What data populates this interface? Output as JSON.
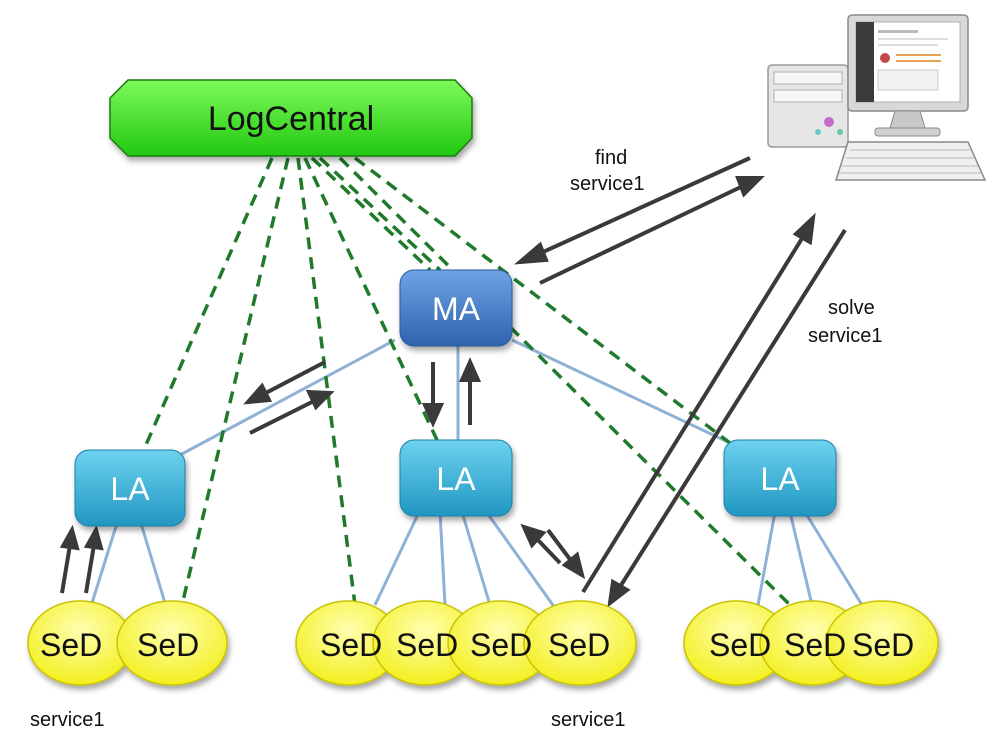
{
  "log_central": {
    "label": "LogCentral"
  },
  "master_agent": {
    "label": "MA"
  },
  "local_agents": [
    {
      "label": "LA"
    },
    {
      "label": "LA"
    },
    {
      "label": "LA"
    }
  ],
  "seds": [
    {
      "label": "SeD"
    },
    {
      "label": "SeD"
    },
    {
      "label": "SeD"
    },
    {
      "label": "SeD"
    },
    {
      "label": "SeD"
    },
    {
      "label": "SeD"
    },
    {
      "label": "SeD"
    },
    {
      "label": "SeD"
    },
    {
      "label": "SeD"
    }
  ],
  "annotations": {
    "find": [
      "find",
      "service1"
    ],
    "solve": [
      "solve",
      "service1"
    ],
    "service_left": "service1",
    "service_middle": "service1"
  },
  "colors": {
    "tree_link": "#8fb1d6",
    "log_link": "#1f7a2a",
    "arrow": "#3a3a3a",
    "log_central_fill": "#39e01f",
    "ma_fill": "#3f7cc7",
    "la_fill": "#3ab2d6",
    "sed_fill": "#fbfb2a"
  },
  "icons": {
    "client": "desktop-computer-icon"
  }
}
